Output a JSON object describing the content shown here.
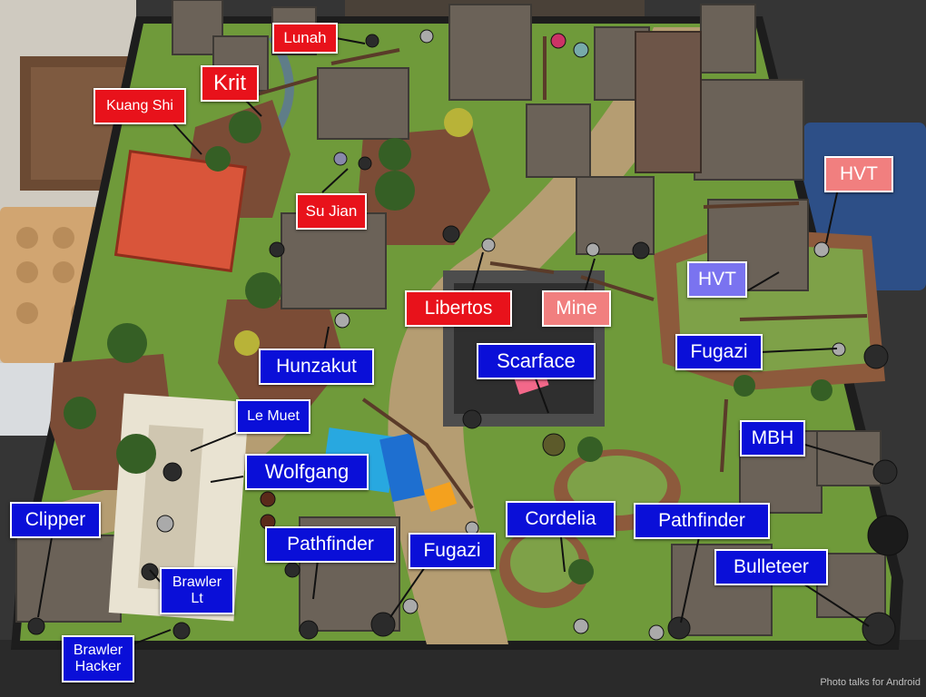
{
  "labels": {
    "lunah": "Lunah",
    "krit": "Krit",
    "kuang_shi": "Kuang Shi",
    "su_jian": "Su Jian",
    "libertos": "Libertos",
    "mine": "Mine",
    "hvt_1": "HVT",
    "hvt_2": "HVT",
    "fugazi_1": "Fugazi",
    "hunzakut": "Hunzakut",
    "scarface": "Scarface",
    "le_muet": "Le Muet",
    "wolfgang": "Wolfgang",
    "mbh": "MBH",
    "clipper": "Clipper",
    "pathfinder_1": "Pathfinder",
    "fugazi_2": "Fugazi",
    "cordelia": "Cordelia",
    "pathfinder_2": "Pathfinder",
    "bulleteer": "Bulleteer",
    "brawler_lt": "Brawler\nLt",
    "brawler_hacker": "Brawler\nHacker"
  },
  "watermark": "Photo talks for Android",
  "colors": {
    "red_team": "#e8121b",
    "objective": "#f17f7f",
    "blue_team": "#0a0fd8",
    "hvt_blue": "#7a73f0",
    "grass": "#6f9a3a",
    "dirt": "#b59d72",
    "thatch": "#6b6258",
    "rock": "#7b4c36"
  }
}
